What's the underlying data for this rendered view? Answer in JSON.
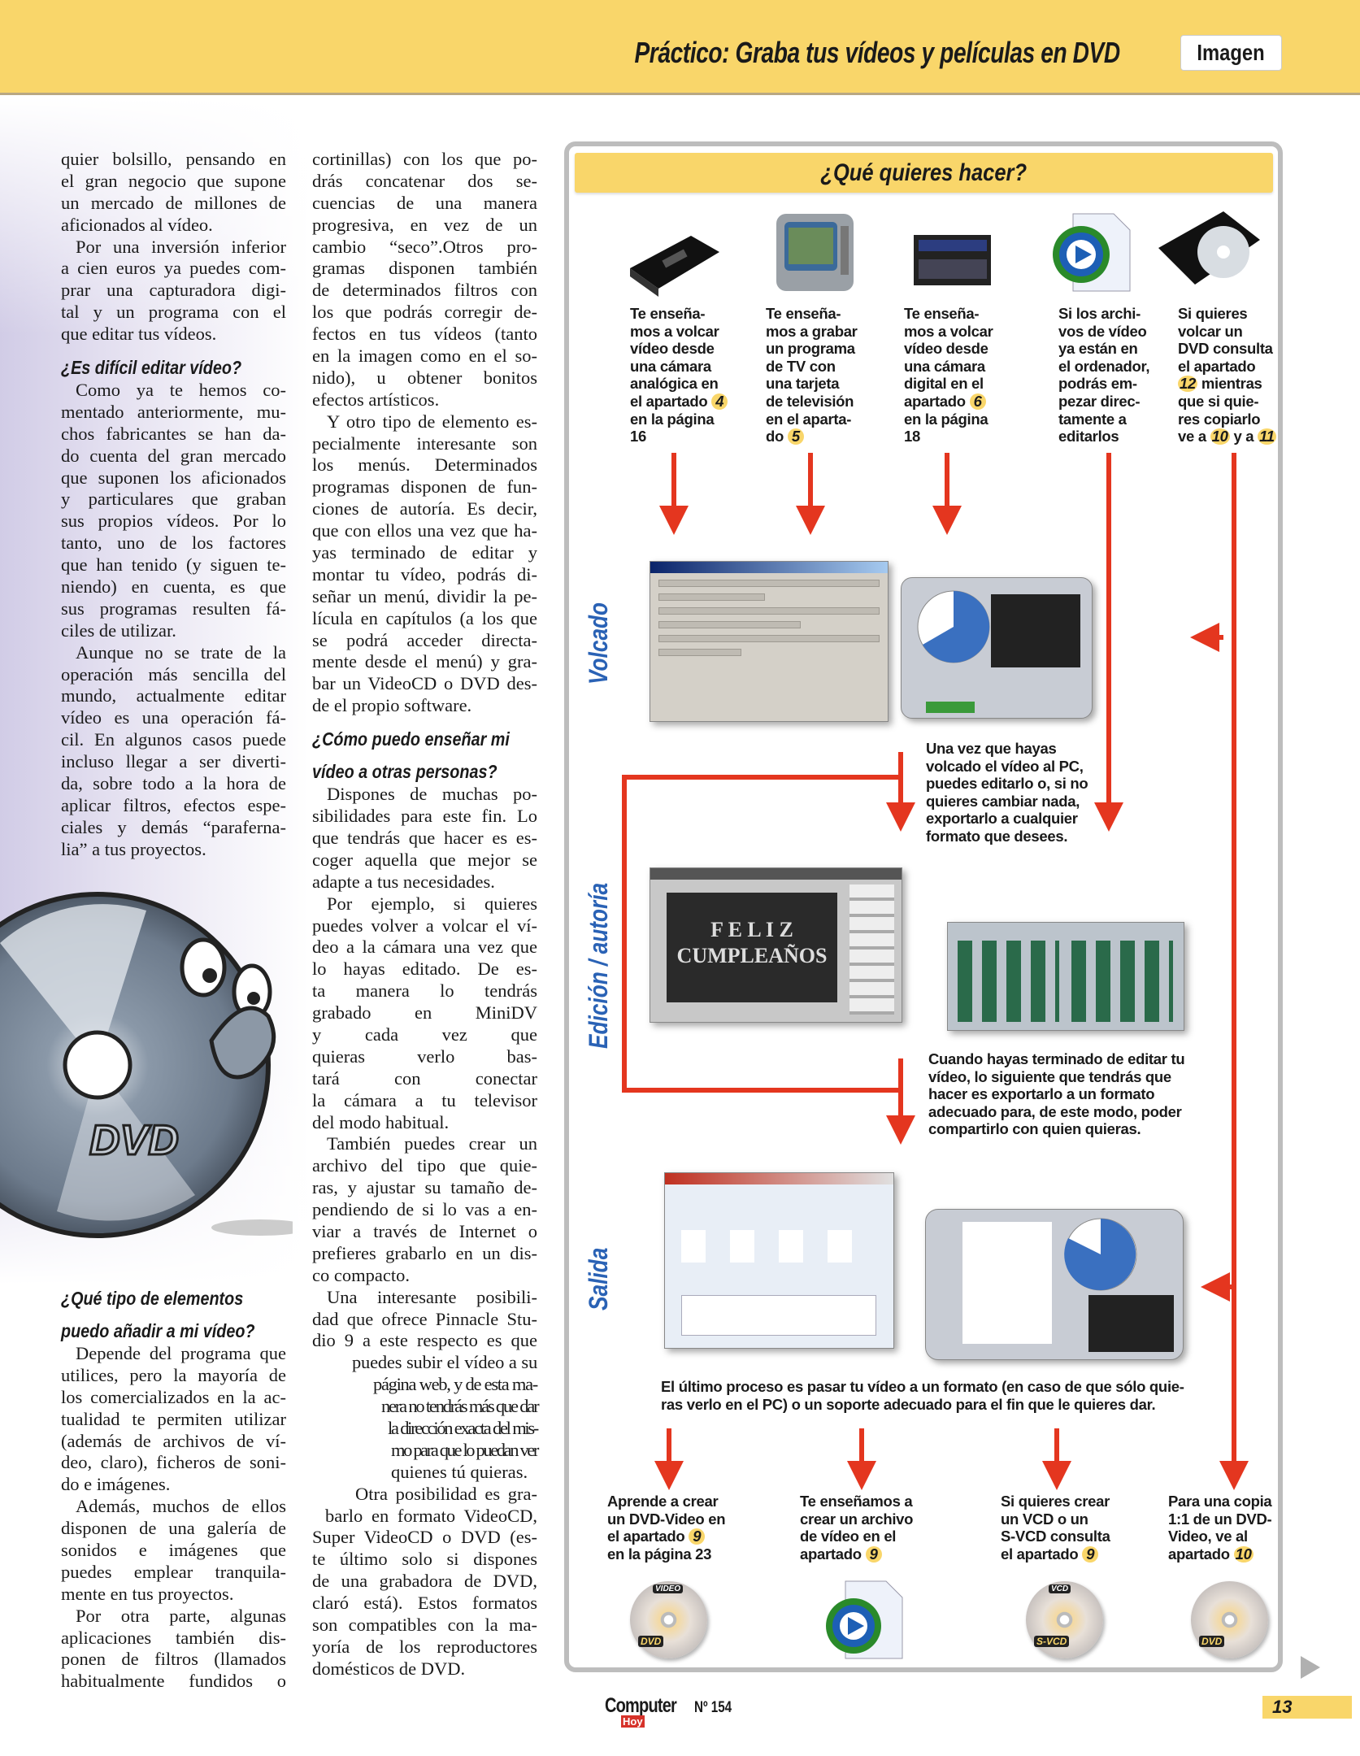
{
  "header": {
    "title": "Práctico: Graba tus vídeos y películas en DVD",
    "section": "Imagen"
  },
  "article": {
    "left_top": [
      {
        "t": "p",
        "noindent": true,
        "lines": [
          "quier bolsillo, pensando en",
          "el gran negocio que supone",
          "un mercado de millones de",
          "aficionados al vídeo."
        ]
      },
      {
        "t": "p",
        "lines": [
          "Por una inversión inferior",
          "a cien euros ya puedes com-",
          "prar una capturadora digi-",
          "tal y un programa con el",
          "que editar tus vídeos."
        ]
      },
      {
        "t": "h",
        "lines": [
          "¿Es difícil editar vídeo?"
        ]
      },
      {
        "t": "p",
        "lines": [
          "Como ya te hemos co-",
          "mentado anteriormente, mu-",
          "chos fabricantes se han da-",
          "do cuenta del gran mercado",
          "que suponen los aficionados",
          "y particulares que graban",
          "sus propios vídeos. Por lo",
          "tanto, uno de los factores",
          "que han tenido (y siguen te-",
          "niendo) en cuenta, es que",
          "sus programas resulten fá-",
          "ciles de utilizar."
        ]
      },
      {
        "t": "p",
        "lines": [
          "Aunque no se trate de la",
          "operación más sencilla del",
          "mundo, actualmente editar",
          "vídeo es una operación fá-",
          "cil. En algunos casos puede",
          "incluso llegar a ser diverti-",
          "da, sobre todo a la hora de",
          "aplicar filtros, efectos espe-",
          "ciales y demás “paraferna-",
          "lia” a tus proyectos."
        ]
      }
    ],
    "left_bottom": [
      {
        "t": "h",
        "lines": [
          "¿Qué tipo de elementos",
          "puedo añadir a mi vídeo?"
        ]
      },
      {
        "t": "p",
        "lines": [
          "Depende del programa que",
          "utilices, pero la mayoría de",
          "los comercializados en la ac-",
          "tualidad te permiten utilizar",
          "(además de archivos de ví-",
          "deo, claro), ficheros de soni-",
          "do e imágenes."
        ]
      },
      {
        "t": "p",
        "lines": [
          "Además, muchos de ellos",
          "disponen de una galería de",
          "sonidos e imágenes que",
          "puedes emplear tranquila-",
          "mente en tus proyectos."
        ]
      },
      {
        "t": "p",
        "open": true,
        "lines": [
          "Por otra parte, algunas",
          "aplicaciones también dis-",
          "ponen de filtros (llamados",
          "habitualmente fundidos o"
        ]
      }
    ],
    "middle": [
      {
        "t": "p",
        "noindent": true,
        "lines": [
          "cortinillas) con los que po-",
          "drás concatenar dos se-",
          "cuencias de una manera",
          "progresiva, en vez de un",
          "cambio “seco”.Otros pro-",
          "gramas disponen también",
          "de determinados filtros con",
          "los que podrás corregir de-",
          "fectos en tus vídeos (tanto",
          "en la imagen como en el so-",
          "nido), u obtener bonitos",
          "efectos artísticos."
        ]
      },
      {
        "t": "p",
        "lines": [
          "Y otro tipo de elemento es-",
          "pecialmente interesante son",
          "los menús.  Determinados",
          "programas disponen de fun-",
          "ciones de autoría. Es decir,",
          "que con ellos una vez que ha-",
          "yas terminado de editar y",
          "montar tu vídeo, podrás di-",
          "señar un menú, dividir la pe-",
          "lícula en capítulos (a los que",
          "se podrá acceder directa-",
          "mente desde el menú) y gra-",
          "bar un VideoCD o DVD des-",
          "de el propio software."
        ]
      },
      {
        "t": "h",
        "lines": [
          "¿Cómo puedo enseñar mi",
          "vídeo a otras personas?"
        ]
      },
      {
        "t": "p",
        "lines": [
          "Dispones de muchas po-",
          "sibilidades para este fin. Lo",
          "que tendrás que hacer es es-",
          "coger aquella que mejor se",
          "adapte a tus necesidades."
        ]
      },
      {
        "t": "p",
        "lines": [
          "Por ejemplo, si quieres",
          "puedes volver a volcar el ví-",
          "deo a la cámara una vez que",
          "lo hayas editado. De es-",
          "ta manera lo tendrás",
          "grabado en MiniDV",
          "y cada vez que",
          "quieras verlo bas-",
          "tará con conectar",
          "la cámara a tu televisor",
          "del modo habitual."
        ]
      },
      {
        "t": "p",
        "lines": [
          "También puedes crear un",
          "archivo del tipo que quie-",
          "ras, y ajustar su tamaño de-",
          "pendiendo de si lo vas a en-",
          "viar a través de Internet o",
          "prefieres grabarlo en un dis-",
          "co compacto."
        ]
      },
      {
        "t": "p",
        "lines": [
          "Una interesante posibili-",
          "dad que ofrece Pinnacle Stu-",
          "dio 9 a este respecto es que",
          "puedes subir el vídeo a su",
          "página web, y de esta ma-",
          "nera no tendrás más que dar",
          "la dirección exacta del mis-",
          "mo para que lo puedan ver",
          "quienes tú quieras."
        ]
      },
      {
        "t": "p",
        "lines": [
          "Otra posibilidad es gra-",
          "barlo en formato VideoCD,",
          "Super VideoCD o DVD (es-",
          "te último solo si dispones",
          "de una grabadora de DVD,",
          "claró está). Estos formatos",
          "son compatibles con la ma-",
          "yoría de los reproductores",
          "domésticos de DVD."
        ]
      }
    ]
  },
  "infobox": {
    "title": "¿Qué quieres hacer?",
    "side_labels": [
      "Volcado",
      "Edición / autoría",
      "Salida"
    ],
    "top_items": [
      [
        [
          "Te enseña-"
        ],
        [
          "mos a volcar"
        ],
        [
          "vídeo desde"
        ],
        [
          "una cámara"
        ],
        [
          "analógica en"
        ],
        [
          "el apartado ",
          {
            "b": "4"
          }
        ],
        [
          "en la página"
        ],
        [
          "16"
        ]
      ],
      [
        [
          "Te enseña-"
        ],
        [
          "mos a grabar"
        ],
        [
          "un programa"
        ],
        [
          "de TV con"
        ],
        [
          "una tarjeta"
        ],
        [
          "de televisión"
        ],
        [
          "en el aparta-"
        ],
        [
          "do ",
          {
            "b": "5"
          }
        ]
      ],
      [
        [
          "Te enseña-"
        ],
        [
          "mos a volcar"
        ],
        [
          "vídeo desde"
        ],
        [
          "una cámara"
        ],
        [
          "digital en el"
        ],
        [
          "apartado ",
          {
            "b": "6"
          }
        ],
        [
          "en la página"
        ],
        [
          "18"
        ]
      ],
      [
        [
          "Si los archi-"
        ],
        [
          "vos de vídeo"
        ],
        [
          "ya están en"
        ],
        [
          "el ordenador,"
        ],
        [
          "podrás em-"
        ],
        [
          "pezar direc-"
        ],
        [
          "tamente a"
        ],
        [
          "editarlos"
        ]
      ],
      [
        [
          "Si quieres"
        ],
        [
          "volcar un"
        ],
        [
          "DVD consulta"
        ],
        [
          "el apartado"
        ],
        [
          {
            "b": "12"
          },
          "  mientras"
        ],
        [
          "que si quie-"
        ],
        [
          "res copiarlo"
        ],
        [
          "ve a ",
          {
            "b": "10"
          },
          " y a ",
          {
            "b": "11"
          }
        ]
      ]
    ],
    "note_volcado": [
      [
        "Una vez que hayas"
      ],
      [
        "volcado el vídeo al PC,"
      ],
      [
        "puedes editarlo o, si no"
      ],
      [
        "quieres cambiar nada,"
      ],
      [
        "exportarlo a cualquier"
      ],
      [
        "formato que desees."
      ]
    ],
    "note_edicion": [
      [
        "Cuando hayas terminado de editar tu"
      ],
      [
        "vídeo, lo siguiente que tendrás que"
      ],
      [
        "hacer es exportarlo a un formato"
      ],
      [
        "adecuado para, de este modo, poder"
      ],
      [
        "compartirlo con quien quieras."
      ]
    ],
    "note_salida": [
      [
        "El último proceso es pasar tu vídeo a un formato (en caso de que sólo quie-"
      ],
      [
        "ras verlo en el PC) o un soporte adecuado para el fin que le quieres dar."
      ]
    ],
    "bottom_items": [
      [
        [
          "Aprende a crear"
        ],
        [
          "un DVD-Video en"
        ],
        [
          "el apartado ",
          {
            "b": "9"
          }
        ],
        [
          "en la página 23"
        ]
      ],
      [
        [
          "Te enseñamos a"
        ],
        [
          "crear un archivo"
        ],
        [
          "de vídeo en el"
        ],
        [
          "apartado ",
          {
            "b": "9"
          }
        ]
      ],
      [
        [
          "Si quieres crear"
        ],
        [
          "un VCD o un"
        ],
        [
          "S-VCD consulta"
        ],
        [
          "el apartado ",
          {
            "b": "9"
          }
        ]
      ],
      [
        [
          "Para una copia"
        ],
        [
          "1:1 de un DVD-"
        ],
        [
          "Video, ve al"
        ],
        [
          "apartado ",
          {
            "b": "10"
          }
        ]
      ]
    ],
    "screen_text": "F E L I Z  CUMPLEAÑOS",
    "disc_labels": [
      {
        "top": "VIDEO",
        "bottom": "DVD"
      },
      {
        "top": "VCD",
        "bottom": "S-VCD"
      },
      {
        "top": "",
        "bottom": "DVD"
      }
    ],
    "mascot_logo": "DVD",
    "arrow_color": "#e4361f",
    "accent_yellow": "#f9d66a",
    "label_blue": "#2a62b5"
  },
  "footer": {
    "logo": "Computer",
    "logo_sub": "Hoy",
    "issue": "Nº 154",
    "page": "13"
  }
}
